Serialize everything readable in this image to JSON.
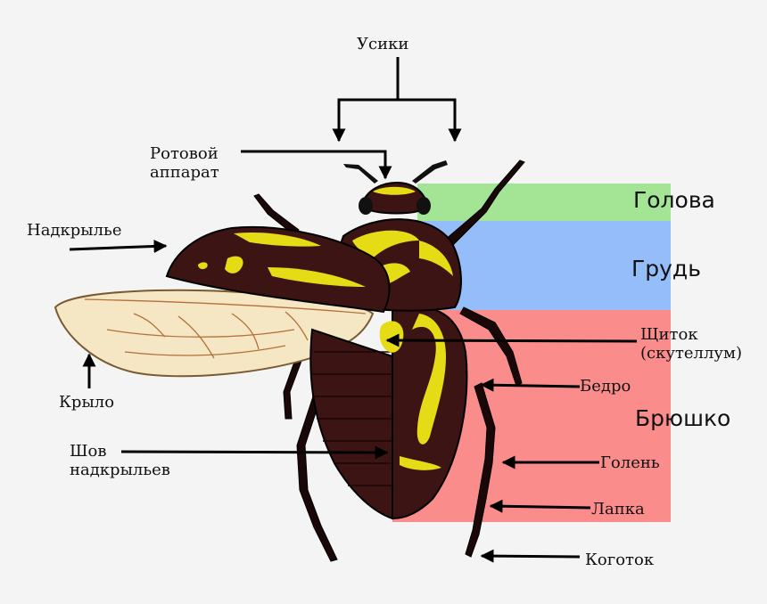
{
  "regions": {
    "head": {
      "label": "Голова",
      "color": "#a3e495"
    },
    "thorax": {
      "label": "Грудь",
      "color": "#94bdf9"
    },
    "abdomen": {
      "label": "Брюшко",
      "color": "#fb8c8c"
    }
  },
  "labels": {
    "antennae": "Усики",
    "mouthparts_line1": "Ротовой",
    "mouthparts_line2": "аппарат",
    "elytron": "Надкрылье",
    "wing": "Крыло",
    "elytral_suture_line1": "Шов",
    "elytral_suture_line2": "надкрыльев",
    "scutellum_line1": "Щиток",
    "scutellum_line2": "(скутеллум)",
    "femur": "Бедро",
    "tibia": "Голень",
    "tarsus": "Лапка",
    "claw": "Коготок"
  },
  "colors": {
    "beetle_body": "#3d1414",
    "beetle_pattern": "#e6dc16",
    "wing_membrane": "#f5e6c4",
    "wing_veins": "#b46f3a"
  }
}
